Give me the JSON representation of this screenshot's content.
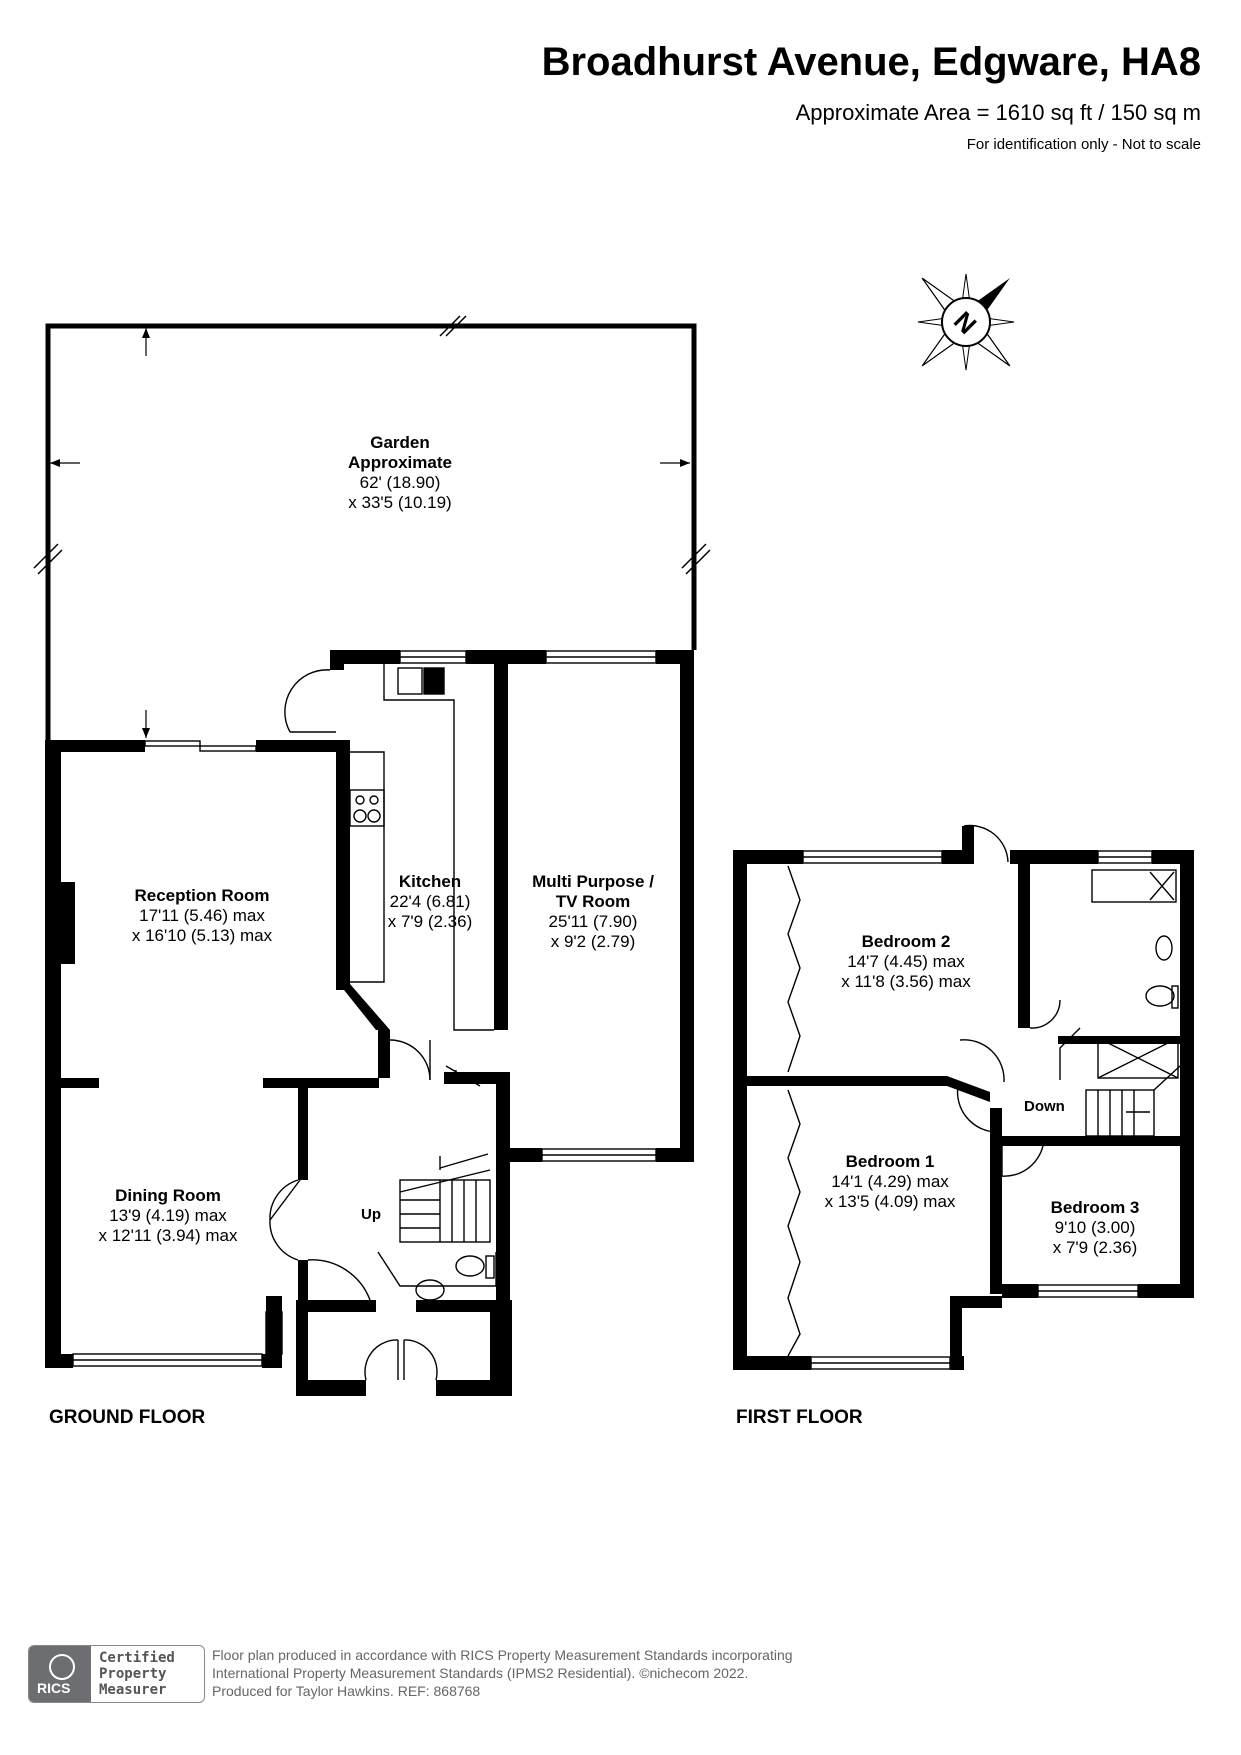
{
  "header": {
    "title": "Broadhurst Avenue, Edgware, HA8",
    "area": "Approximate Area = 1610 sq ft / 150 sq m",
    "note": "For identification only - Not to scale"
  },
  "compass": {
    "label": "N",
    "icon": "north-arrow-icon"
  },
  "ground_floor": {
    "label": "GROUND FLOOR",
    "rooms": [
      {
        "name": "Garden",
        "name2": "Approximate",
        "dim1": "62' (18.90)",
        "dim2": "x 33'5 (10.19)"
      },
      {
        "name": "Reception Room",
        "dim1": "17'11 (5.46) max",
        "dim2": "x 16'10 (5.13) max"
      },
      {
        "name": "Kitchen",
        "dim1": "22'4 (6.81)",
        "dim2": "x 7'9 (2.36)"
      },
      {
        "name": "Multi Purpose /",
        "name2": "TV Room",
        "dim1": "25'11 (7.90)",
        "dim2": "x 9'2 (2.79)"
      },
      {
        "name": "Dining Room",
        "dim1": "13'9 (4.19) max",
        "dim2": "x 12'11 (3.94) max"
      }
    ],
    "stairs_label": "Up"
  },
  "first_floor": {
    "label": "FIRST FLOOR",
    "rooms": [
      {
        "name": "Bedroom 2",
        "dim1": "14'7 (4.45) max",
        "dim2": "x 11'8 (3.56) max"
      },
      {
        "name": "Bedroom 1",
        "dim1": "14'1 (4.29) max",
        "dim2": "x 13'5 (4.09) max"
      },
      {
        "name": "Bedroom 3",
        "dim1": "9'10 (3.00)",
        "dim2": "x 7'9 (2.36)"
      }
    ],
    "stairs_label": "Down"
  },
  "footer": {
    "rics": "RICS",
    "cert_line1": "Certified",
    "cert_line2": "Property",
    "cert_line3": "Measurer",
    "line1": "Floor plan produced in accordance with RICS Property Measurement Standards incorporating",
    "line2": "International Property Measurement Standards (IPMS2 Residential).   ©nichecom 2022.",
    "line3": "Produced for Taylor Hawkins.    REF:  868768"
  }
}
